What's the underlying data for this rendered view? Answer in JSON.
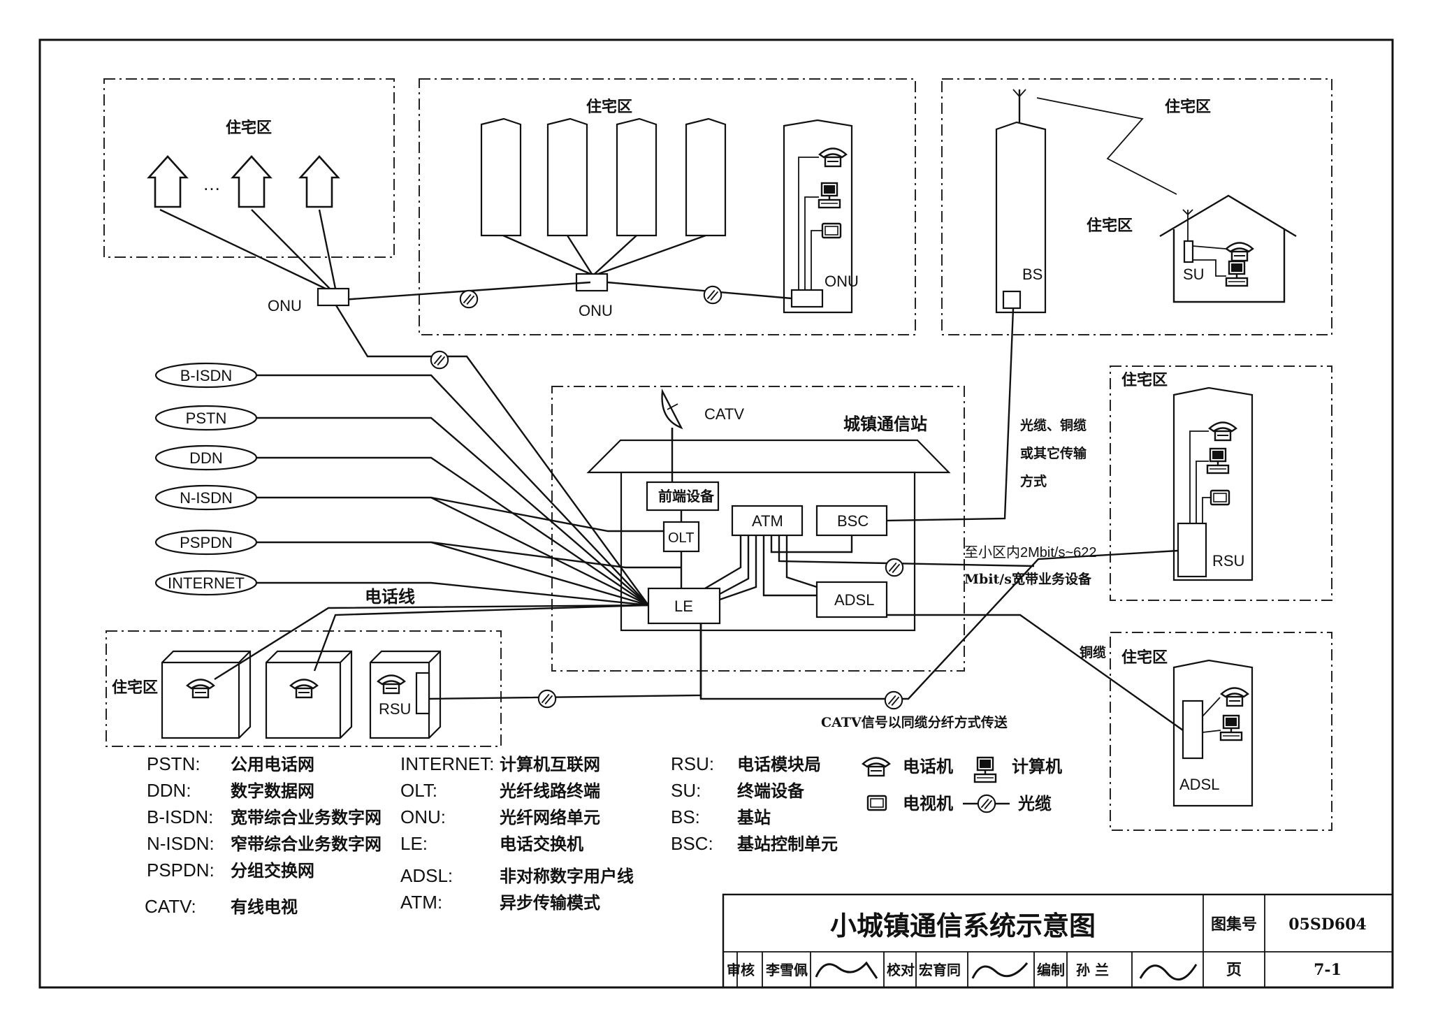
{
  "stations": {
    "town_station": "城镇通信站",
    "catv": "CATV",
    "head_end": "前端设备",
    "olt": "OLT",
    "atm": "ATM",
    "bsc": "BSC",
    "le": "LE",
    "adsl": "ADSL"
  },
  "areas": {
    "residential": "住宅区",
    "onu": "ONU",
    "bs": "BS",
    "su": "SU",
    "rsu": "RSU",
    "adsl": "ADSL",
    "dots": "…"
  },
  "networks": [
    "B-ISDN",
    "PSTN",
    "DDN",
    "N-ISDN",
    "PSPDN",
    "INTERNET"
  ],
  "annotations": {
    "phone_line": "电话线",
    "transmission_line1": "光缆、铜缆",
    "transmission_line2": "或其它传输",
    "transmission_line3": "方式",
    "broadband_line1": "至小区内2Mbit/s~622",
    "broadband_line2": "Mbit/s宽带业务设备",
    "copper": "铜缆",
    "catv_note": "CATV信号以同缆分纤方式传送"
  },
  "glossary": {
    "col1": [
      {
        "term": "PSTN:",
        "desc": "公用电话网"
      },
      {
        "term": "DDN:",
        "desc": "数字数据网"
      },
      {
        "term": "B-ISDN:",
        "desc": "宽带综合业务数字网"
      },
      {
        "term": "N-ISDN:",
        "desc": "窄带综合业务数字网"
      },
      {
        "term": "PSPDN:",
        "desc": "分组交换网"
      },
      {
        "term": "CATV:",
        "desc": "有线电视"
      }
    ],
    "col2": [
      {
        "term": "INTERNET:",
        "desc": "计算机互联网"
      },
      {
        "term": "OLT:",
        "desc": "光纤线路终端"
      },
      {
        "term": "ONU:",
        "desc": "光纤网络单元"
      },
      {
        "term": "LE:",
        "desc": "电话交换机"
      },
      {
        "term": "ADSL:",
        "desc": "非对称数字用户线"
      },
      {
        "term": "ATM:",
        "desc": "异步传输模式"
      }
    ],
    "col3": [
      {
        "term": "RSU:",
        "desc": "电话模块局"
      },
      {
        "term": "SU:",
        "desc": "终端设备"
      },
      {
        "term": "BS:",
        "desc": "基站"
      },
      {
        "term": "BSC:",
        "desc": "基站控制单元"
      }
    ]
  },
  "legend": {
    "phone": "电话机",
    "computer": "计算机",
    "tv": "电视机",
    "fiber": "光缆"
  },
  "title_block": {
    "title": "小城镇通信系统示意图",
    "atlas_label": "图集号",
    "atlas_no": "05SD604",
    "review_label": "审核",
    "reviewer": "李雪佩",
    "check_label": "校对",
    "checker": "宏育同",
    "edit_label": "编制",
    "editor": "孙 兰",
    "page_label": "页",
    "page_no": "7-1"
  }
}
